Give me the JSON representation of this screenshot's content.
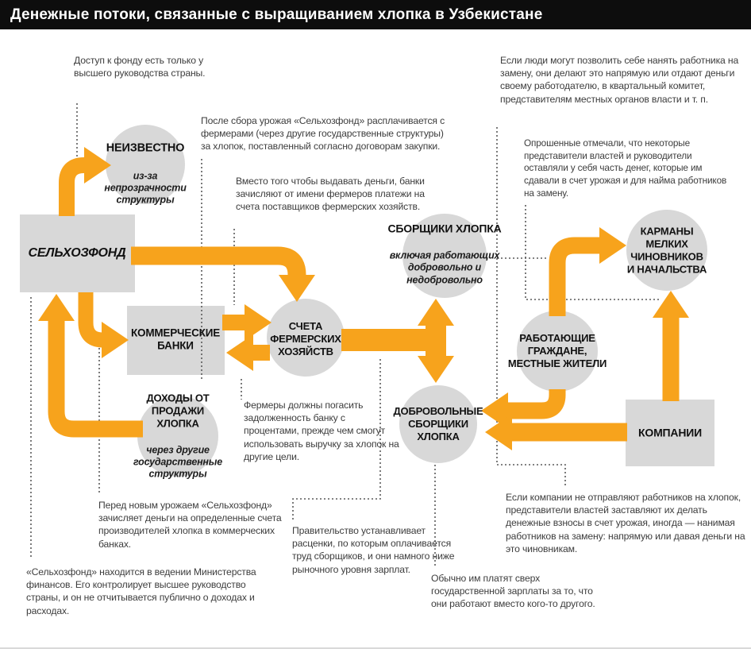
{
  "header": {
    "title": "Денежные потоки, связанные с выращиванием хлопка в Узбекистане"
  },
  "nodes": {
    "selkhozfond": {
      "label": "СЕЛЬХОЗФОНД"
    },
    "neizvestno": {
      "label": "НЕИЗВЕСТНО",
      "sublabel": "из-за\nнепрозрачности\nструктуры"
    },
    "banki": {
      "label": "КОММЕРЧЕСКИЕ\nБАНКИ"
    },
    "scheta": {
      "label": "СЧЕТА\nФЕРМЕРСКИХ\nХОЗЯЙСТВ"
    },
    "sborshchiki": {
      "label": "СБОРЩИКИ ХЛОПКА",
      "sublabel": "включая работающих\nдобровольно и\nнедобровольно"
    },
    "dokhody": {
      "label": "ДОХОДЫ ОТ\nПРОДАЖИ\nХЛОПКА",
      "sublabel": "через другие\nгосударственные\nструктуры"
    },
    "dobrovolnye": {
      "label": "ДОБРОВОЛЬНЫЕ\nСБОРЩИКИ\nХЛОПКА"
    },
    "karmany": {
      "label": "КАРМАНЫ\nМЕЛКИХ\nЧИНОВНИКОВ\nИ НАЧАЛЬСТВА"
    },
    "rabotayushchie": {
      "label": "РАБОТАЮЩИЕ\nГРАЖДАНЕ,\nМЕСТНЫЕ ЖИТЕЛИ"
    },
    "kompanii": {
      "label": "КОМПАНИИ"
    }
  },
  "notes": {
    "access": "Доступ к фонду есть только у высшего руководства страны.",
    "after_harvest": "После сбора урожая «Сельхозфонд» расплачивается с фермерами (через другие государственные структуры) за хлопок, поставленный согласно договорам закупки.",
    "instead_of_cash": "Вместо того чтобы выдавать деньги, банки зачисляют от имени фермеров платежи на счета поставщиков фермерских хозяйств.",
    "hire_replacement": "Если люди могут позволить себе нанять работника на замену, они делают это напрямую или отдают деньги своему работодателю, в квартальный комитет, представителям местных органов власти и т. п.",
    "surveyed": "Опрошенные отмечали, что некоторые представители властей и руководители оставляли у себя часть денег, которые им сдавали в счет урожая и для найма работников на замену.",
    "farmers_debt": "Фермеры должны погасить задолженность банку с процентами, прежде чем смогут использовать выручку за хлопок на другие цели.",
    "before_harvest": "Перед новым урожаем «Сельхозфонд» зачисляет деньги на определенные счета производителей хлопка в коммерческих банках.",
    "ministry": "«Сельхозфонд» находится в ведении Министерства финансов. Его контролирует высшее руководство страны, и он не отчитывается публично о доходах и расходах.",
    "government_rates": "Правительство устанавливает расценки, по которым оплачивается труд сборщиков, и они намного ниже рыночного уровня зарплат.",
    "paid_extra": "Обычно им платят сверх государственной зарплаты за то, что они работают вместо кого-то другого.",
    "companies_fees": "Если компании не отправляют работников на хлопок, представители властей заставляют их делать денежные взносы в счет урожая, иногда — нанимая работников на замену: напрямую или давая деньги на это чиновникам."
  },
  "colors": {
    "flow_orange": "#F7A31C",
    "node_gray": "#D8D8D8",
    "header_bg": "#0D0D0D",
    "note_text": "#3D3D3D"
  }
}
